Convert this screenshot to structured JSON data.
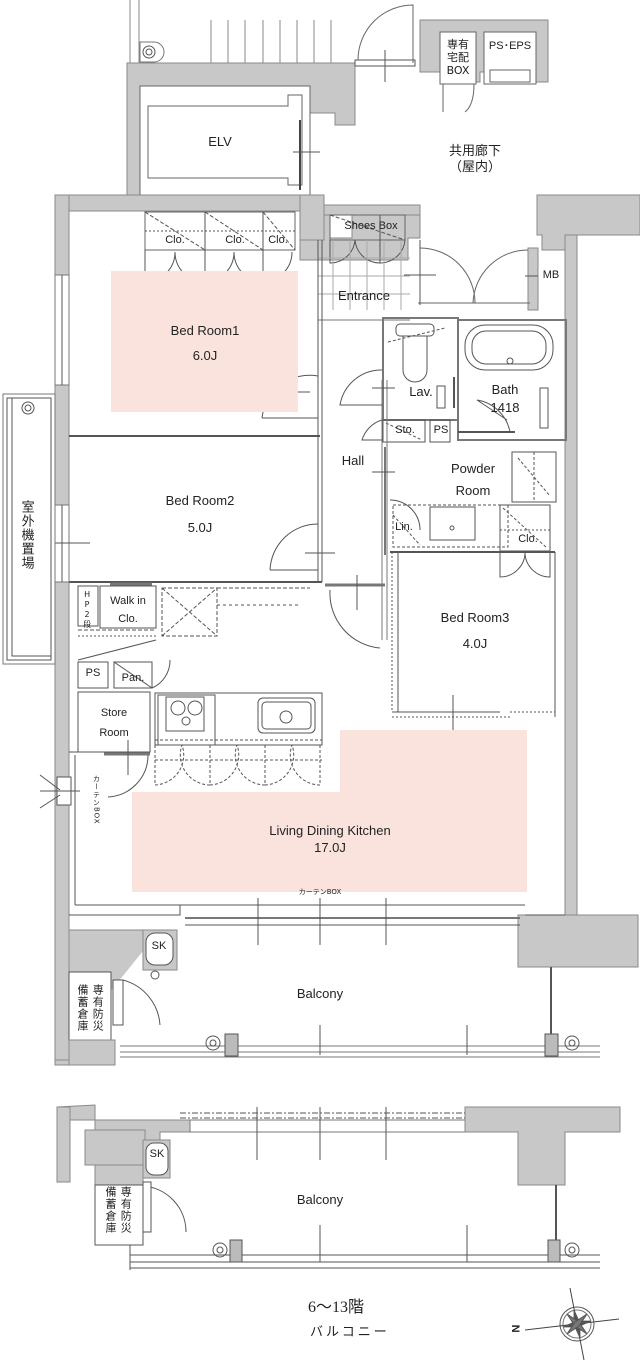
{
  "colors": {
    "wall": "#c8c8c8",
    "wall_stroke": "#8a8a8a",
    "line": "#555555",
    "room_highlight": "#fbe3dd",
    "background": "#ffffff",
    "text": "#222222"
  },
  "common_area": {
    "corridor_label": "共用廊下",
    "corridor_sub": "（屋内）",
    "elevator": "ELV",
    "delivery_box": [
      "専有",
      "宅配",
      "BOX"
    ],
    "ps_eps": "PS･EPS",
    "meter_box": "MB"
  },
  "rooms": {
    "bed_room_1": {
      "name": "Bed Room1",
      "size": "6.0J"
    },
    "bed_room_2": {
      "name": "Bed Room2",
      "size": "5.0J"
    },
    "bed_room_3": {
      "name": "Bed Room3",
      "size": "4.0J"
    },
    "ldk": {
      "name": "Living Dining Kitchen",
      "size": "17.0J"
    },
    "entrance": "Entrance",
    "shoes_box": "Shoes Box",
    "hall": "Hall",
    "lavatory": "Lav.",
    "bath": {
      "name": "Bath",
      "size": "1418"
    },
    "powder_room": [
      "Powder",
      "Room"
    ],
    "storage": "Sto.",
    "ps": "PS",
    "linen": "Lin.",
    "walk_in_closet": [
      "Walk in",
      "Clo."
    ],
    "hp": "HP2段",
    "pantry": "Pan.",
    "store_room": [
      "Store",
      "Room"
    ],
    "closet": "Clo.",
    "outdoor_unit": "室外機置場",
    "curtain_box": "カーテンBOX",
    "balcony": "Balcony",
    "sk": "SK",
    "disaster_storage": [
      "専有防災",
      "備蓄倉庫"
    ]
  },
  "lower_plan": {
    "balcony": "Balcony",
    "sk": "SK",
    "disaster_storage": [
      "専有防災",
      "備蓄倉庫"
    ],
    "floor_note": "6～13階",
    "floor_note_sub": "バルコニー"
  },
  "compass": {
    "label": "N"
  }
}
